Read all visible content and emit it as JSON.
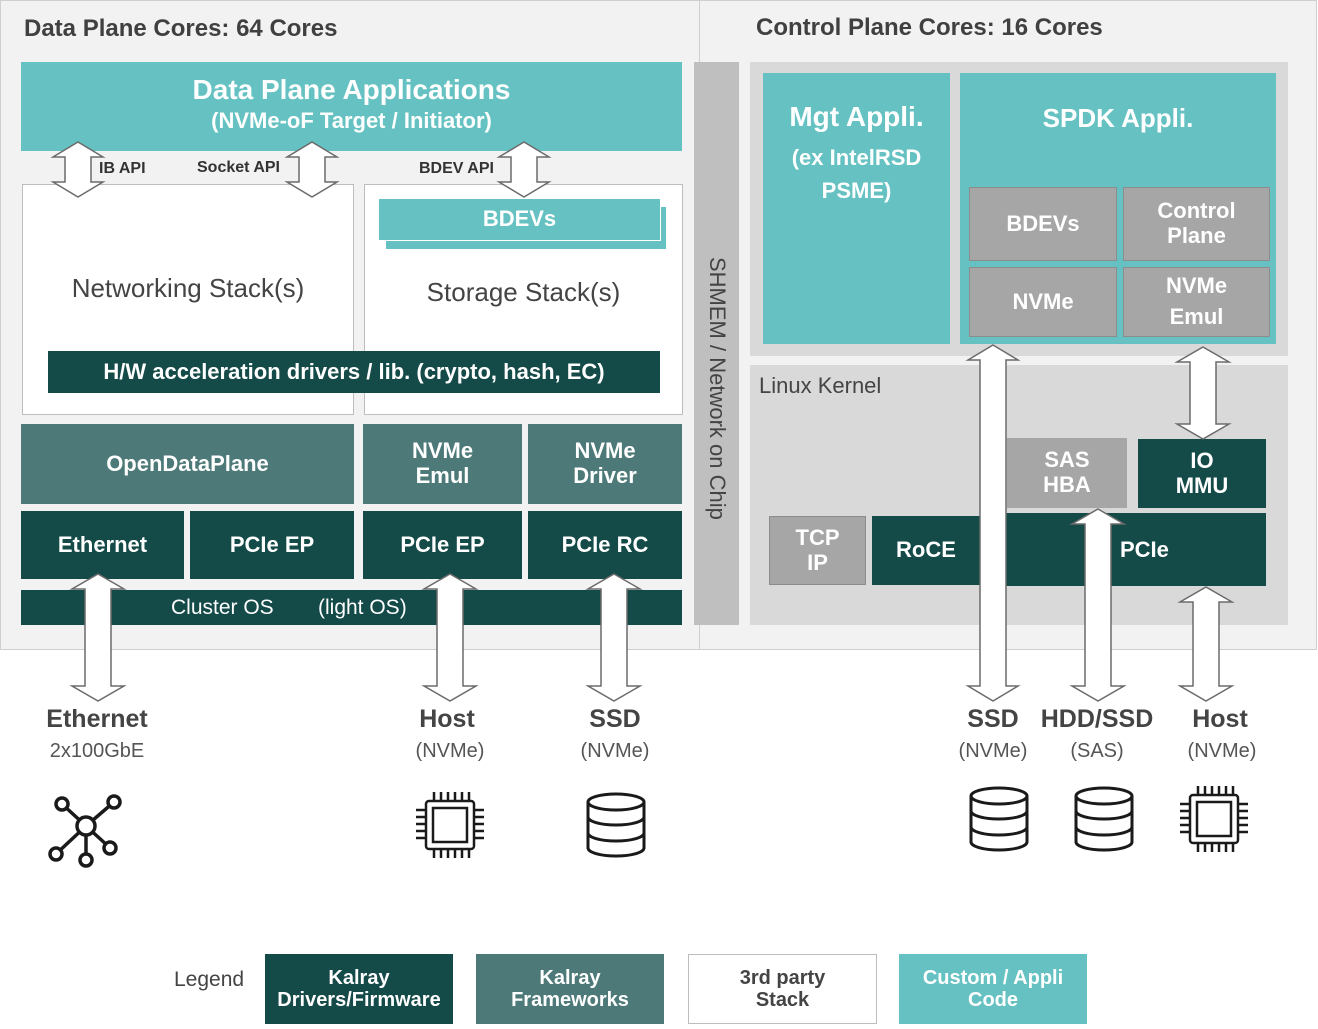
{
  "data_plane": {
    "title": "Data Plane Cores: 64 Cores",
    "apps_title": "Data Plane Applications",
    "apps_sub": "(NVMe-oF Target / Initiator)",
    "ib_api": "IB API",
    "socket_api": "Socket API",
    "bdev_api": "BDEV API",
    "networking": "Networking Stack(s)",
    "storage": "Storage Stack(s)",
    "bdevs": "BDEVs",
    "hw_accel": "H/W acceleration drivers / lib. (crypto, hash,  EC)",
    "odp": "OpenDataPlane",
    "nvme_emul": [
      "NVMe",
      "Emul"
    ],
    "nvme_driver": [
      "NVMe",
      "Driver"
    ],
    "ethernet": "Ethernet",
    "pcie_ep1": "PCIe EP",
    "pcie_ep2": "PCIe EP",
    "pcie_rc": "PCIe RC",
    "cluster_os": "Cluster OS",
    "light_os": "(light OS)"
  },
  "shmem": "SHMEM / Network on Chip",
  "control_plane": {
    "title": "Control Plane Cores: 16 Cores",
    "mgt_title": "Mgt Appli.",
    "mgt_sub": [
      "(ex IntelRSD",
      "PSME)"
    ],
    "spdk_title": "SPDK Appli.",
    "bdevs": "BDEVs",
    "control_plane_block": [
      "Control",
      "Plane"
    ],
    "nvme": "NVMe",
    "nvme_emul": [
      "NVMe",
      "Emul"
    ],
    "linux_kernel": "Linux Kernel",
    "sas_hba": [
      "SAS",
      "HBA"
    ],
    "io_mmu": [
      "IO",
      "MMU"
    ],
    "tcp_ip": [
      "TCP",
      "IP"
    ],
    "roce": "RoCE",
    "pcie": "PCIe"
  },
  "endpoints": [
    {
      "name": "Ethernet",
      "sub": "2x100GbE",
      "icon": "network-icon"
    },
    {
      "name": "Host",
      "sub": "(NVMe)",
      "icon": "chip-icon"
    },
    {
      "name": "SSD",
      "sub": "(NVMe)",
      "icon": "database-icon"
    },
    {
      "name": "SSD",
      "sub": "(NVMe)",
      "icon": "database-icon"
    },
    {
      "name": "HDD/SSD",
      "sub": "(SAS)",
      "icon": "database-icon"
    },
    {
      "name": "Host",
      "sub": "(NVMe)",
      "icon": "chip-icon"
    }
  ],
  "legend": {
    "label": "Legend",
    "items": [
      {
        "lines": [
          "Kalray",
          "Drivers/Firmware"
        ],
        "color": "#144a48"
      },
      {
        "lines": [
          "Kalray",
          "Frameworks"
        ],
        "color": "#4d7a78"
      },
      {
        "lines": [
          "3rd party",
          "Stack"
        ],
        "color": "#ffffff"
      },
      {
        "lines": [
          "Custom / Appli",
          "Code"
        ],
        "color": "#66c2c2"
      }
    ]
  },
  "colors": {
    "kalray_drivers": "#144a48",
    "kalray_frameworks": "#4d7a78",
    "custom_code": "#66c2c2",
    "gray_block": "#a6a6a6",
    "panel_bg": "#f2f2f2"
  }
}
